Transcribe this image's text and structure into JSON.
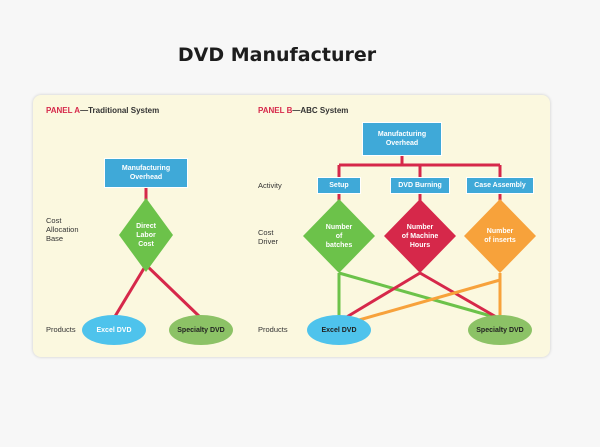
{
  "title": "DVD Manufacturer",
  "panel_a": {
    "tag": "PANEL A",
    "dash": "—",
    "name": "Traditional System",
    "cost_pool": "Manufacturing\nOverhead",
    "row_cost_allocation_base": "Cost\nAllocation\nBase",
    "row_products": "Products",
    "allocation_base": "Direct\nLabor\nCost",
    "products": [
      "Excel DVD",
      "Specialty DVD"
    ]
  },
  "panel_b": {
    "tag": "PANEL B",
    "dash": "—",
    "name": "ABC System",
    "cost_pool": "Manufacturing\nOverhead",
    "row_activity": "Activity",
    "row_cost_driver": "Cost\nDriver",
    "row_products": "Products",
    "activities": [
      "Setup",
      "DVD Burning",
      "Case Assembly"
    ],
    "drivers": [
      "Number\nof\nbatches",
      "Number\nof Machine\nHours",
      "Number\nof inserts"
    ],
    "products": [
      "Excel DVD",
      "Specialty DVD"
    ]
  },
  "colors": {
    "box_blue": "#3fa9d8",
    "line_red": "#d6284a",
    "green": "#6cc24a",
    "orange": "#f7a23b",
    "oval_blue": "#4ec3ec",
    "oval_green": "#8cc266",
    "panel_bg": "#fbf8df"
  }
}
